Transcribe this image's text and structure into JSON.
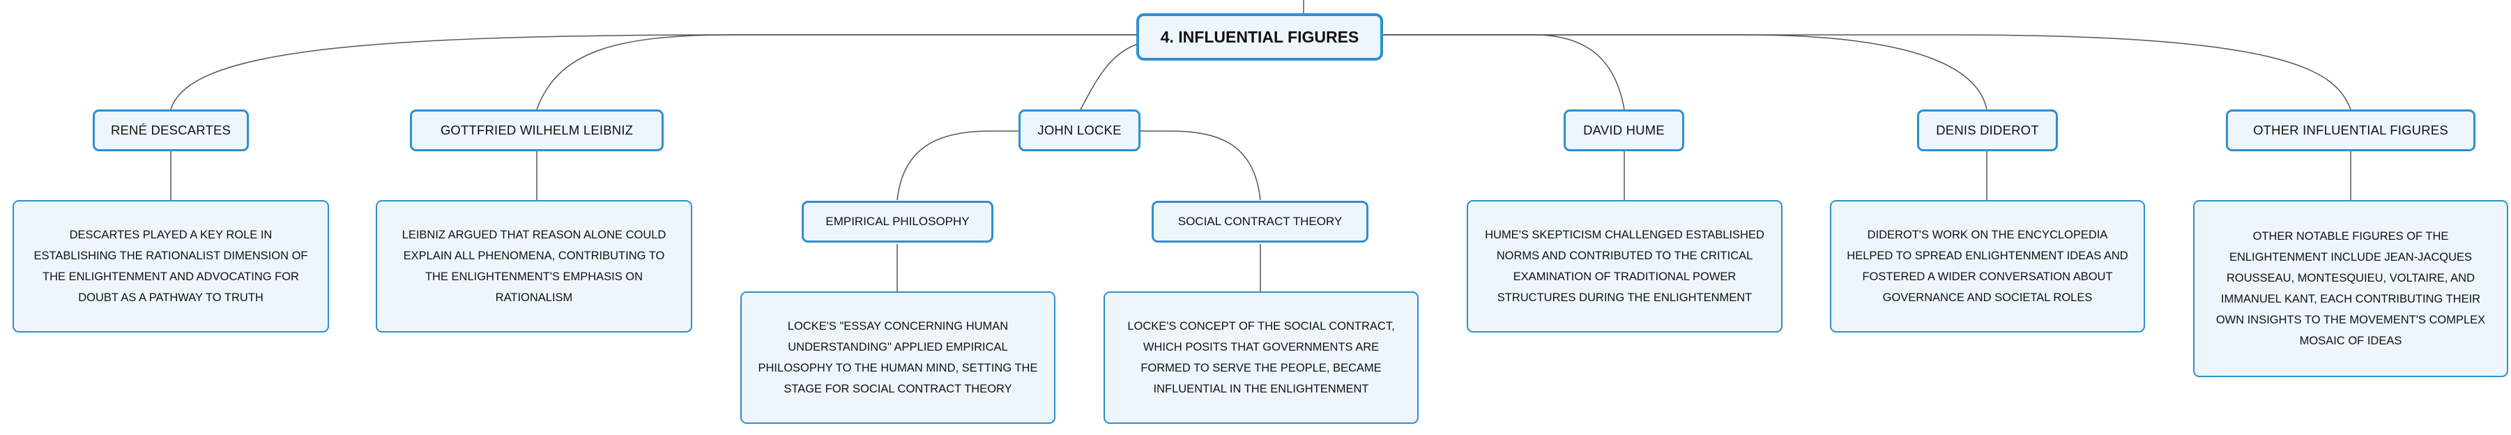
{
  "root": {
    "label": "4. INFLUENTIAL FIGURES"
  },
  "figures": [
    {
      "name": "RENÉ DESCARTES",
      "description": "DESCARTES PLAYED A KEY ROLE IN ESTABLISHING THE RATIONALIST DIMENSION OF THE ENLIGHTENMENT AND ADVOCATING FOR DOUBT AS A PATHWAY TO TRUTH"
    },
    {
      "name": "GOTTFRIED WILHELM LEIBNIZ",
      "description": "LEIBNIZ ARGUED THAT REASON ALONE COULD EXPLAIN ALL PHENOMENA, CONTRIBUTING TO THE ENLIGHTENMENT'S EMPHASIS ON RATIONALISM"
    },
    {
      "name": "JOHN LOCKE",
      "subtopics": [
        {
          "name": "EMPIRICAL PHILOSOPHY",
          "description": "LOCKE'S \"ESSAY CONCERNING HUMAN UNDERSTANDING\" APPLIED EMPIRICAL PHILOSOPHY TO THE HUMAN MIND, SETTING THE STAGE FOR SOCIAL CONTRACT THEORY"
        },
        {
          "name": "SOCIAL CONTRACT THEORY",
          "description": "LOCKE'S CONCEPT OF THE SOCIAL CONTRACT, WHICH POSITS THAT GOVERNMENTS ARE FORMED TO SERVE THE PEOPLE, BECAME INFLUENTIAL IN THE ENLIGHTENMENT"
        }
      ]
    },
    {
      "name": "DAVID HUME",
      "description": "HUME'S SKEPTICISM CHALLENGED ESTABLISHED NORMS AND CONTRIBUTED TO THE CRITICAL EXAMINATION OF TRADITIONAL POWER STRUCTURES DURING THE ENLIGHTENMENT"
    },
    {
      "name": "DENIS DIDEROT",
      "description": "DIDEROT'S WORK ON THE ENCYCLOPEDIA HELPED TO SPREAD ENLIGHTENMENT IDEAS AND FOSTERED A WIDER CONVERSATION ABOUT GOVERNANCE AND SOCIETAL ROLES"
    },
    {
      "name": "OTHER INFLUENTIAL FIGURES",
      "description": "OTHER NOTABLE FIGURES OF THE ENLIGHTENMENT INCLUDE JEAN-JACQUES ROUSSEAU, MONTESQUIEU, VOLTAIRE, AND IMMANUEL KANT, EACH CONTRIBUTING THEIR OWN INSIGHTS TO THE MOVEMENT'S COMPLEX MOSAIC OF IDEAS"
    }
  ],
  "colors": {
    "border": "#2d8fcf",
    "fill": "#eef6fd",
    "connector": "#555555"
  }
}
